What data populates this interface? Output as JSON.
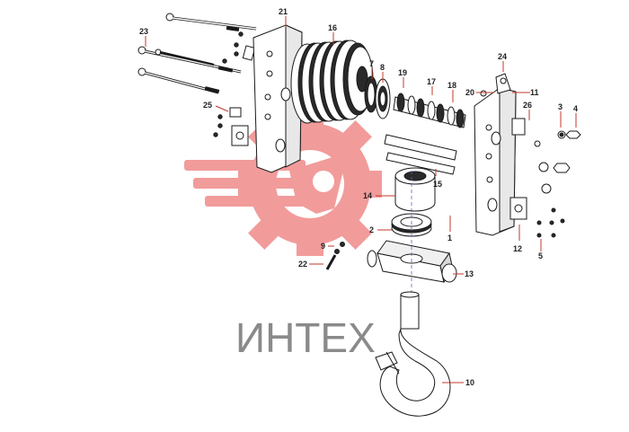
{
  "watermark": {
    "text": "ИНТЕХ",
    "color": "#f08080"
  },
  "callouts": [
    {
      "id": "c21",
      "text": "21"
    },
    {
      "id": "c16",
      "text": "16"
    },
    {
      "id": "c23",
      "text": "23"
    },
    {
      "id": "c7",
      "text": "7"
    },
    {
      "id": "c8",
      "text": "8"
    },
    {
      "id": "c19",
      "text": "19"
    },
    {
      "id": "c17",
      "text": "17"
    },
    {
      "id": "c18",
      "text": "18"
    },
    {
      "id": "c24",
      "text": "24"
    },
    {
      "id": "c20",
      "text": "20"
    },
    {
      "id": "c11",
      "text": "11"
    },
    {
      "id": "c25",
      "text": "25"
    },
    {
      "id": "c26",
      "text": "26"
    },
    {
      "id": "c3",
      "text": "3"
    },
    {
      "id": "c4",
      "text": "4"
    },
    {
      "id": "c15",
      "text": "15"
    },
    {
      "id": "c14",
      "text": "14"
    },
    {
      "id": "c1",
      "text": "1"
    },
    {
      "id": "c2",
      "text": "2"
    },
    {
      "id": "c12",
      "text": "12"
    },
    {
      "id": "c5",
      "text": "5"
    },
    {
      "id": "c9",
      "text": "9"
    },
    {
      "id": "c22",
      "text": "22"
    },
    {
      "id": "c13",
      "text": "13"
    },
    {
      "id": "c10",
      "text": "10"
    }
  ]
}
